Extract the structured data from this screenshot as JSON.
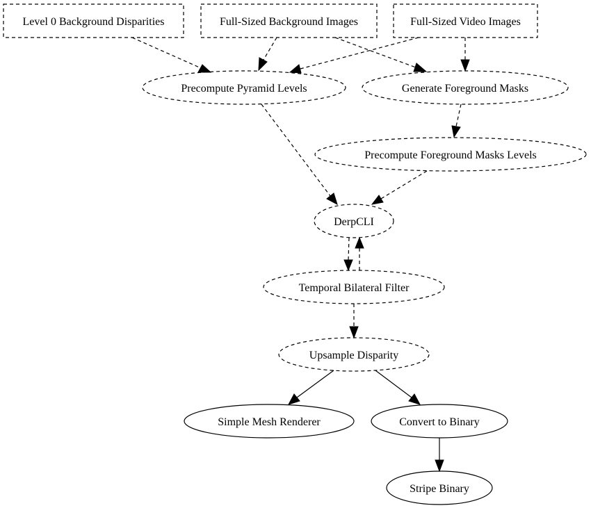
{
  "nodes": {
    "level0_bg_disparities": "Level 0 Background Disparities",
    "full_bg_images": "Full-Sized Background Images",
    "full_video_images": "Full-Sized Video Images",
    "precompute_pyramid": "Precompute Pyramid Levels",
    "generate_fg_masks": "Generate Foreground Masks",
    "precompute_fg_mask_levels": "Precompute Foreground Masks Levels",
    "derpcli": "DerpCLI",
    "temporal_bilateral_filter": "Temporal Bilateral Filter",
    "upsample_disparity": "Upsample Disparity",
    "simple_mesh_renderer": "Simple Mesh Renderer",
    "convert_to_binary": "Convert to Binary",
    "stripe_binary": "Stripe Binary"
  },
  "edges": [
    {
      "from": "level0_bg_disparities",
      "to": "precompute_pyramid",
      "style": "dashed"
    },
    {
      "from": "full_bg_images",
      "to": "precompute_pyramid",
      "style": "dashed"
    },
    {
      "from": "full_bg_images",
      "to": "generate_fg_masks",
      "style": "dashed"
    },
    {
      "from": "full_video_images",
      "to": "precompute_pyramid",
      "style": "dashed"
    },
    {
      "from": "full_video_images",
      "to": "generate_fg_masks",
      "style": "dashed"
    },
    {
      "from": "precompute_pyramid",
      "to": "derpcli",
      "style": "dashed"
    },
    {
      "from": "generate_fg_masks",
      "to": "precompute_fg_mask_levels",
      "style": "dashed"
    },
    {
      "from": "precompute_fg_mask_levels",
      "to": "derpcli",
      "style": "dashed"
    },
    {
      "from": "derpcli",
      "to": "temporal_bilateral_filter",
      "style": "dashed"
    },
    {
      "from": "temporal_bilateral_filter",
      "to": "derpcli",
      "style": "dashed"
    },
    {
      "from": "temporal_bilateral_filter",
      "to": "upsample_disparity",
      "style": "dashed"
    },
    {
      "from": "upsample_disparity",
      "to": "simple_mesh_renderer",
      "style": "solid"
    },
    {
      "from": "upsample_disparity",
      "to": "convert_to_binary",
      "style": "solid"
    },
    {
      "from": "convert_to_binary",
      "to": "stripe_binary",
      "style": "solid"
    }
  ]
}
